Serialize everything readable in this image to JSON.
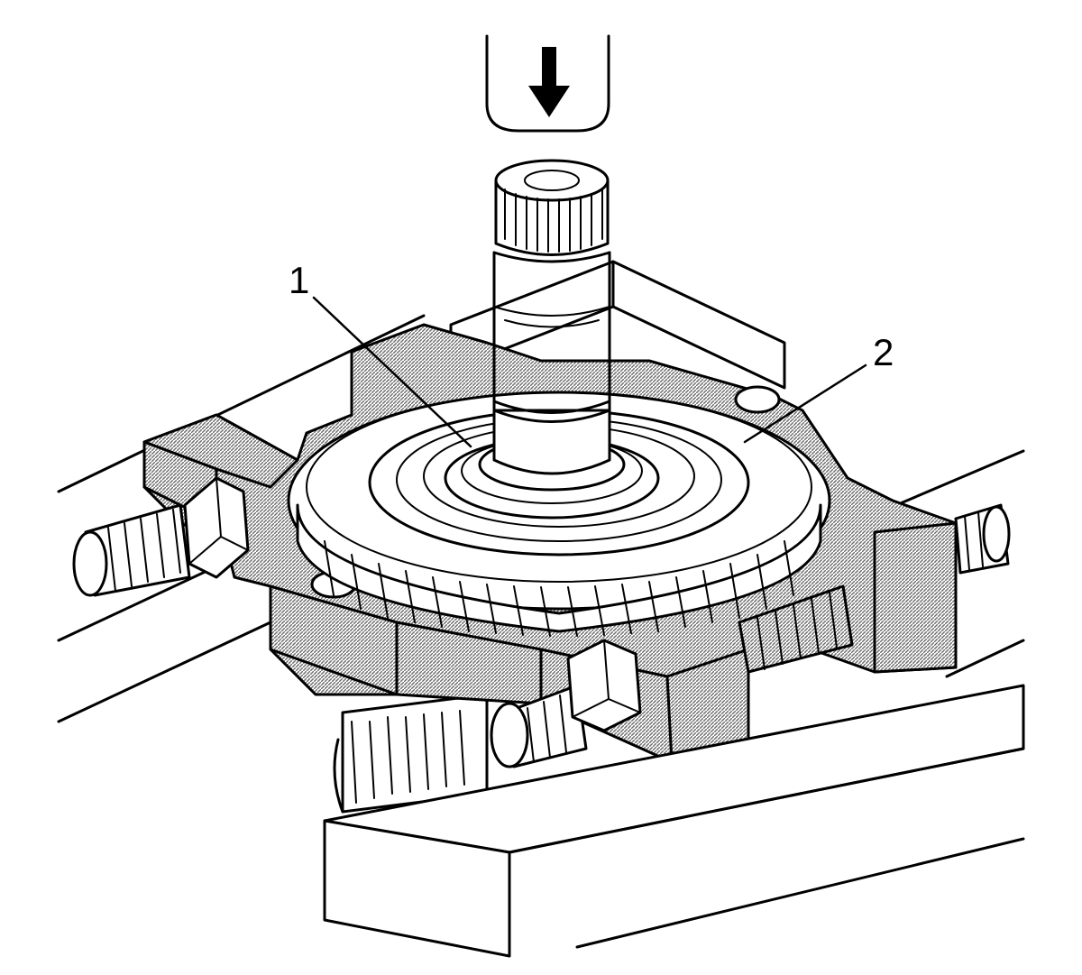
{
  "diagram": {
    "callouts": [
      {
        "id": "1",
        "text": "1"
      },
      {
        "id": "2",
        "text": "2"
      }
    ],
    "colors": {
      "ink": "#000000",
      "paper": "#ffffff",
      "hatch": "#8a8a8a"
    },
    "icons": [
      "press-direction-arrow-icon"
    ]
  }
}
